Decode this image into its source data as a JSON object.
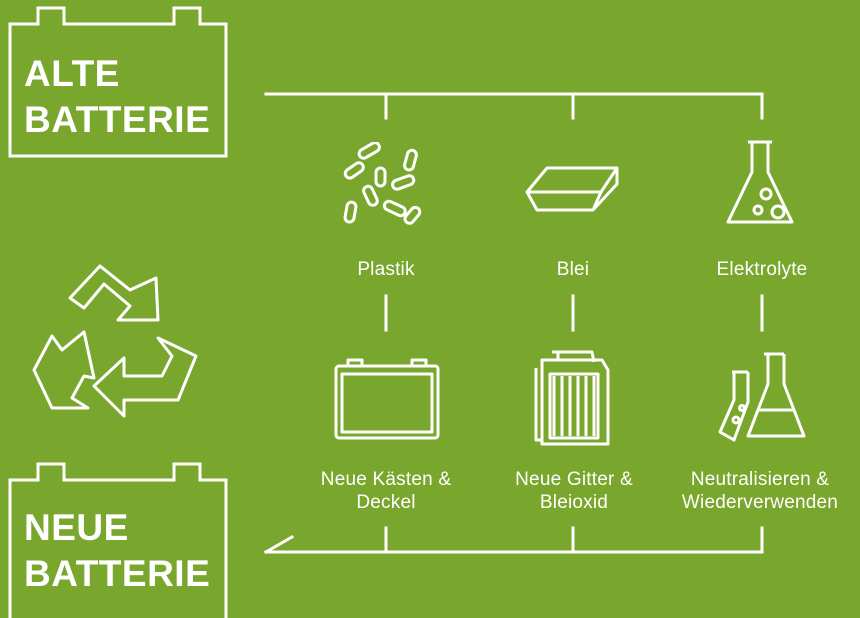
{
  "colors": {
    "background": "#79a72d",
    "foreground": "#ffffff"
  },
  "old_battery": {
    "line1": "ALTE",
    "line2": "BATTERIE"
  },
  "new_battery": {
    "line1": "NEUE",
    "line2": "BATTERIE"
  },
  "materials": [
    {
      "icon": "plastic-pellets-icon",
      "label": "Plastik"
    },
    {
      "icon": "lead-ingot-icon",
      "label": "Blei"
    },
    {
      "icon": "flask-icon",
      "label": "Elektrolyte"
    }
  ],
  "products": [
    {
      "icon": "battery-case-icon",
      "line1": "Neue Kästen &",
      "line2": "Deckel"
    },
    {
      "icon": "grid-plate-icon",
      "line1": "Neue Gitter &",
      "line2": "Bleioxid"
    },
    {
      "icon": "lab-flasks-icon",
      "line1": "Neutralisieren &",
      "line2": "Wiederverwenden"
    }
  ],
  "recycle": {
    "icon": "recycle-icon"
  }
}
